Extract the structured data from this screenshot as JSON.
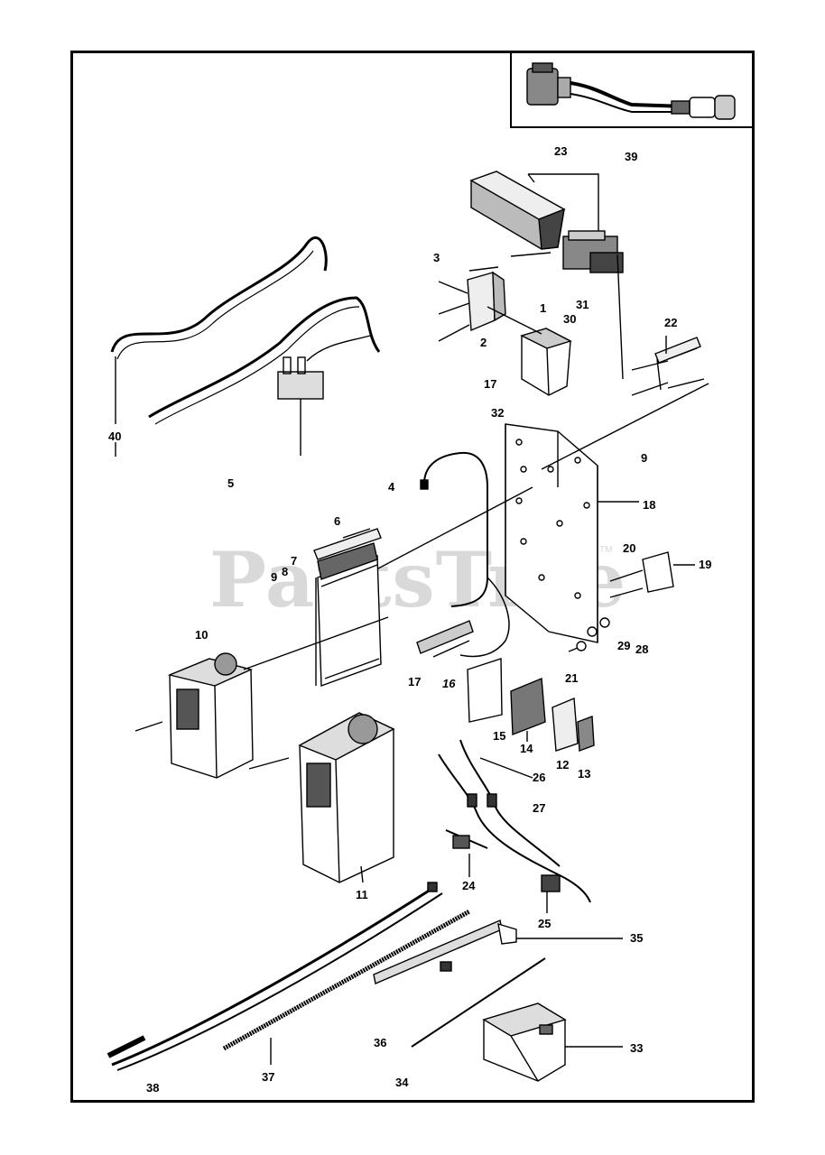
{
  "watermark": {
    "text": "PartsTree",
    "mark": "TM"
  },
  "labels": {
    "p1": "1",
    "p2": "2",
    "p3": "3",
    "p4": "4",
    "p5": "5",
    "p6": "6",
    "p7": "7",
    "p8": "8",
    "p9a": "9",
    "p9b": "9",
    "p10": "10",
    "p11": "11",
    "p12": "12",
    "p13": "13",
    "p14": "14",
    "p15": "15",
    "p16": "16",
    "p17a": "17",
    "p17b": "17",
    "p18": "18",
    "p19": "19",
    "p20": "20",
    "p21": "21",
    "p22": "22",
    "p23": "23",
    "p24": "24",
    "p25": "25",
    "p26": "26",
    "p27": "27",
    "p28": "28",
    "p29": "29",
    "p30": "30",
    "p31": "31",
    "p32": "32",
    "p33": "33",
    "p34": "34",
    "p35": "35",
    "p36": "36",
    "p37": "37",
    "p38": "38",
    "p39": "39",
    "p40": "40"
  }
}
